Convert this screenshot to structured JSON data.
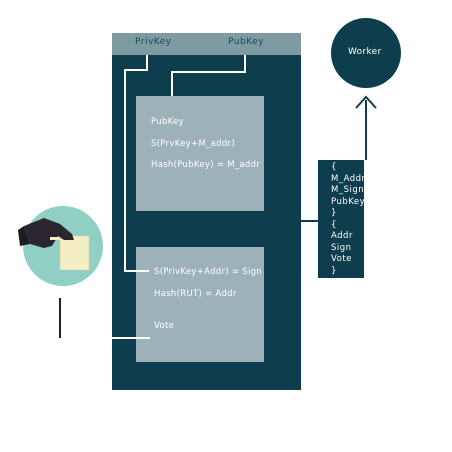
{
  "header": {
    "left_key": "PrivKey",
    "right_key": "PubKey"
  },
  "registration_box": {
    "lines": [
      "PubKey",
      "S(PrvKey+M_addr)",
      "Hash(PubKey) = M_addr"
    ]
  },
  "voting_box": {
    "lines": [
      "S(PrivKey+Addr) = Sign",
      "Hash(RUT) = Addr",
      "Vote"
    ]
  },
  "message": {
    "lines": [
      "{",
      "M_Addr",
      "M_Sign",
      "PubKey",
      "}",
      "{",
      "Addr",
      "Sign",
      "Vote",
      "}"
    ]
  },
  "worker": {
    "label": "Worker"
  },
  "colors": {
    "panel": "#0e3e4d",
    "header_bar": "#7e9ba2",
    "box": "#9cb2b8",
    "ballot_circle": "#8fcfc4",
    "line": "#ffffff"
  }
}
